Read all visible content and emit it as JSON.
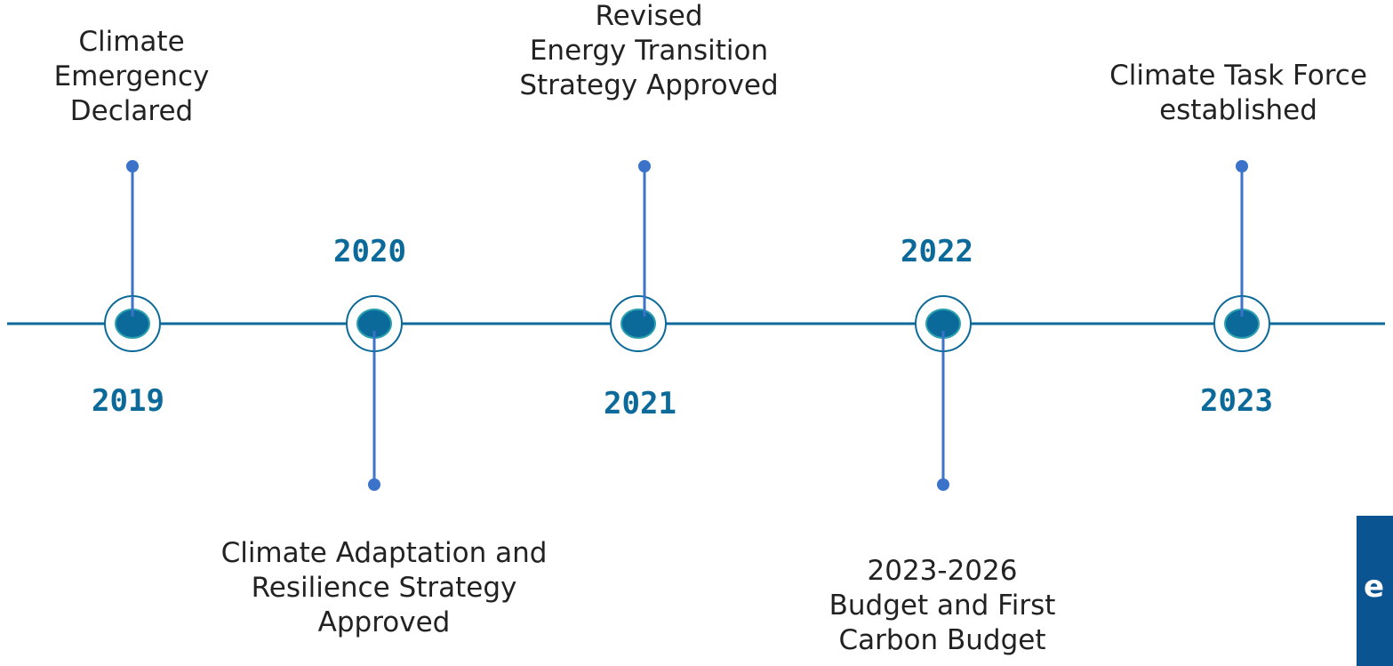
{
  "colors": {
    "axis": "#0b6a99",
    "stem": "#3a73c9",
    "node_fill": "#0b6a99",
    "node_ring": "#0b6a99",
    "year_text": "#0b6a99",
    "text": "#222222",
    "logo_bg": "#0a5591"
  },
  "events": [
    {
      "year": "2019",
      "lines": [
        "Climate",
        "Emergency",
        "Declared"
      ],
      "position": "above"
    },
    {
      "year": "2020",
      "lines": [
        "Climate Adaptation and",
        "Resilience Strategy",
        "Approved"
      ],
      "position": "below"
    },
    {
      "year": "2021",
      "lines": [
        "Revised",
        "Energy Transition",
        "Strategy Approved"
      ],
      "position": "above"
    },
    {
      "year": "2022",
      "lines": [
        "2023-2026",
        "Budget and First",
        "Carbon Budget"
      ],
      "position": "below"
    },
    {
      "year": "2023",
      "lines": [
        "Climate Task Force",
        "established"
      ],
      "position": "above"
    }
  ],
  "logo": {
    "glyph": "e",
    "icon": "logo-icon"
  }
}
